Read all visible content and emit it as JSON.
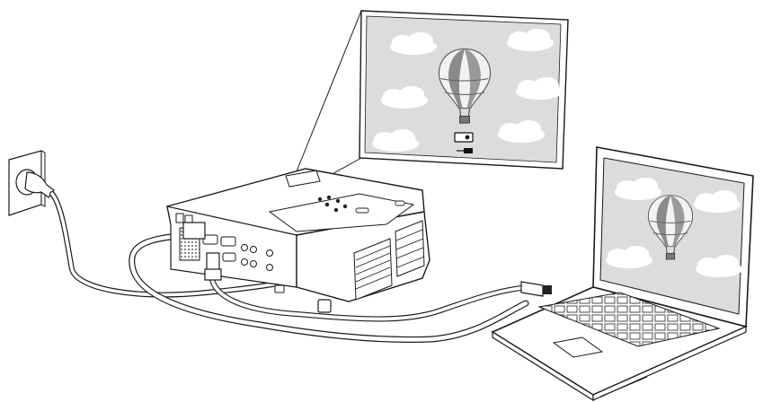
{
  "diagram": {
    "components": [
      "wall-outlet",
      "power-cable",
      "projector",
      "projected-screen",
      "laptop",
      "usb-cable",
      "computer-cable"
    ],
    "screen_content": "hot-air-balloon-image",
    "screen_icons": [
      "projector-icon",
      "usb-plug-icon"
    ],
    "colors": {
      "line": "#1a1a1a",
      "screen_bg": "#dcdcdc",
      "cloud": "#ffffff",
      "balloon_dark": "#8a8a8a",
      "balloon_light": "#f2f2f2",
      "body": "#ffffff",
      "cable_fill": "#ffffff"
    }
  }
}
